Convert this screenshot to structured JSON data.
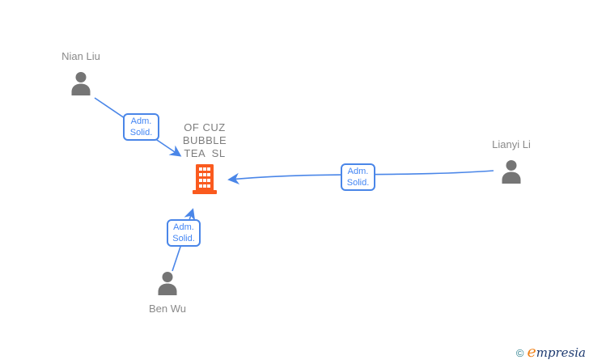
{
  "diagram": {
    "company": {
      "line1": "OF CUZ",
      "line2": "BUBBLE",
      "line3": "TEA  SL",
      "full_name": "OF CUZ BUBBLE TEA SL"
    },
    "people": [
      {
        "label": "Nian Liu"
      },
      {
        "label": "Lianyi Li"
      },
      {
        "label": "Ben Wu"
      }
    ],
    "edges": [
      {
        "from": "Nian Liu",
        "to": "OF CUZ BUBBLE TEA SL",
        "line1": "Adm.",
        "line2": "Solid."
      },
      {
        "from": "Lianyi Li",
        "to": "OF CUZ BUBBLE TEA SL",
        "line1": "Adm.",
        "line2": "Solid."
      },
      {
        "from": "Ben Wu",
        "to": "OF CUZ BUBBLE TEA SL",
        "line1": "Adm.",
        "line2": "Solid."
      }
    ],
    "colors": {
      "edge_blue": "#4a86e8",
      "edge_text_blue": "#4285f4",
      "person_gray": "#757575",
      "label_gray": "#8a8a8a",
      "company_text_gray": "#7d7d7d",
      "building_orange": "#fa5a1e"
    }
  },
  "footer": {
    "copyright_symbol": "©",
    "brand_initial": "e",
    "brand_rest": "mpresia"
  }
}
